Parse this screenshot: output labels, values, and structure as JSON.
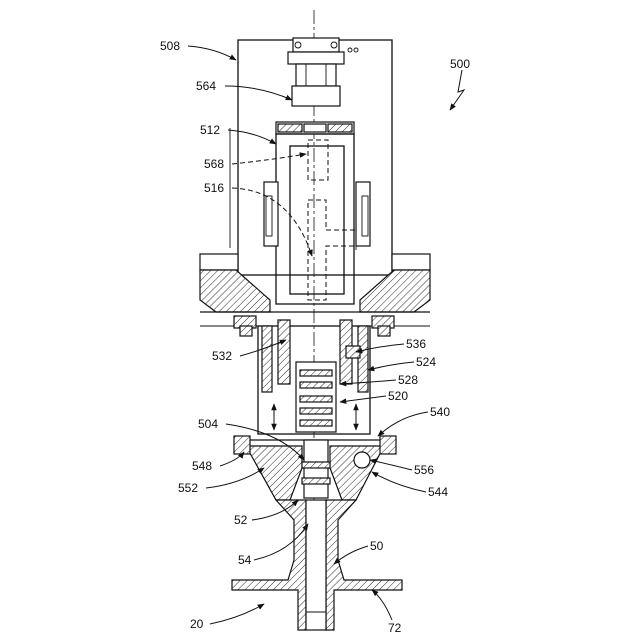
{
  "figure": {
    "assembly_number": "500",
    "labels": {
      "l508": "508",
      "l564": "564",
      "l512": "512",
      "l568": "568",
      "l516": "516",
      "l532": "532",
      "l536": "536",
      "l524": "524",
      "l528": "528",
      "l520": "520",
      "l504": "504",
      "l540": "540",
      "l548": "548",
      "l556": "556",
      "l552": "552",
      "l544": "544",
      "l52": "52",
      "l54": "54",
      "l50": "50",
      "l20": "20",
      "l72": "72"
    }
  }
}
